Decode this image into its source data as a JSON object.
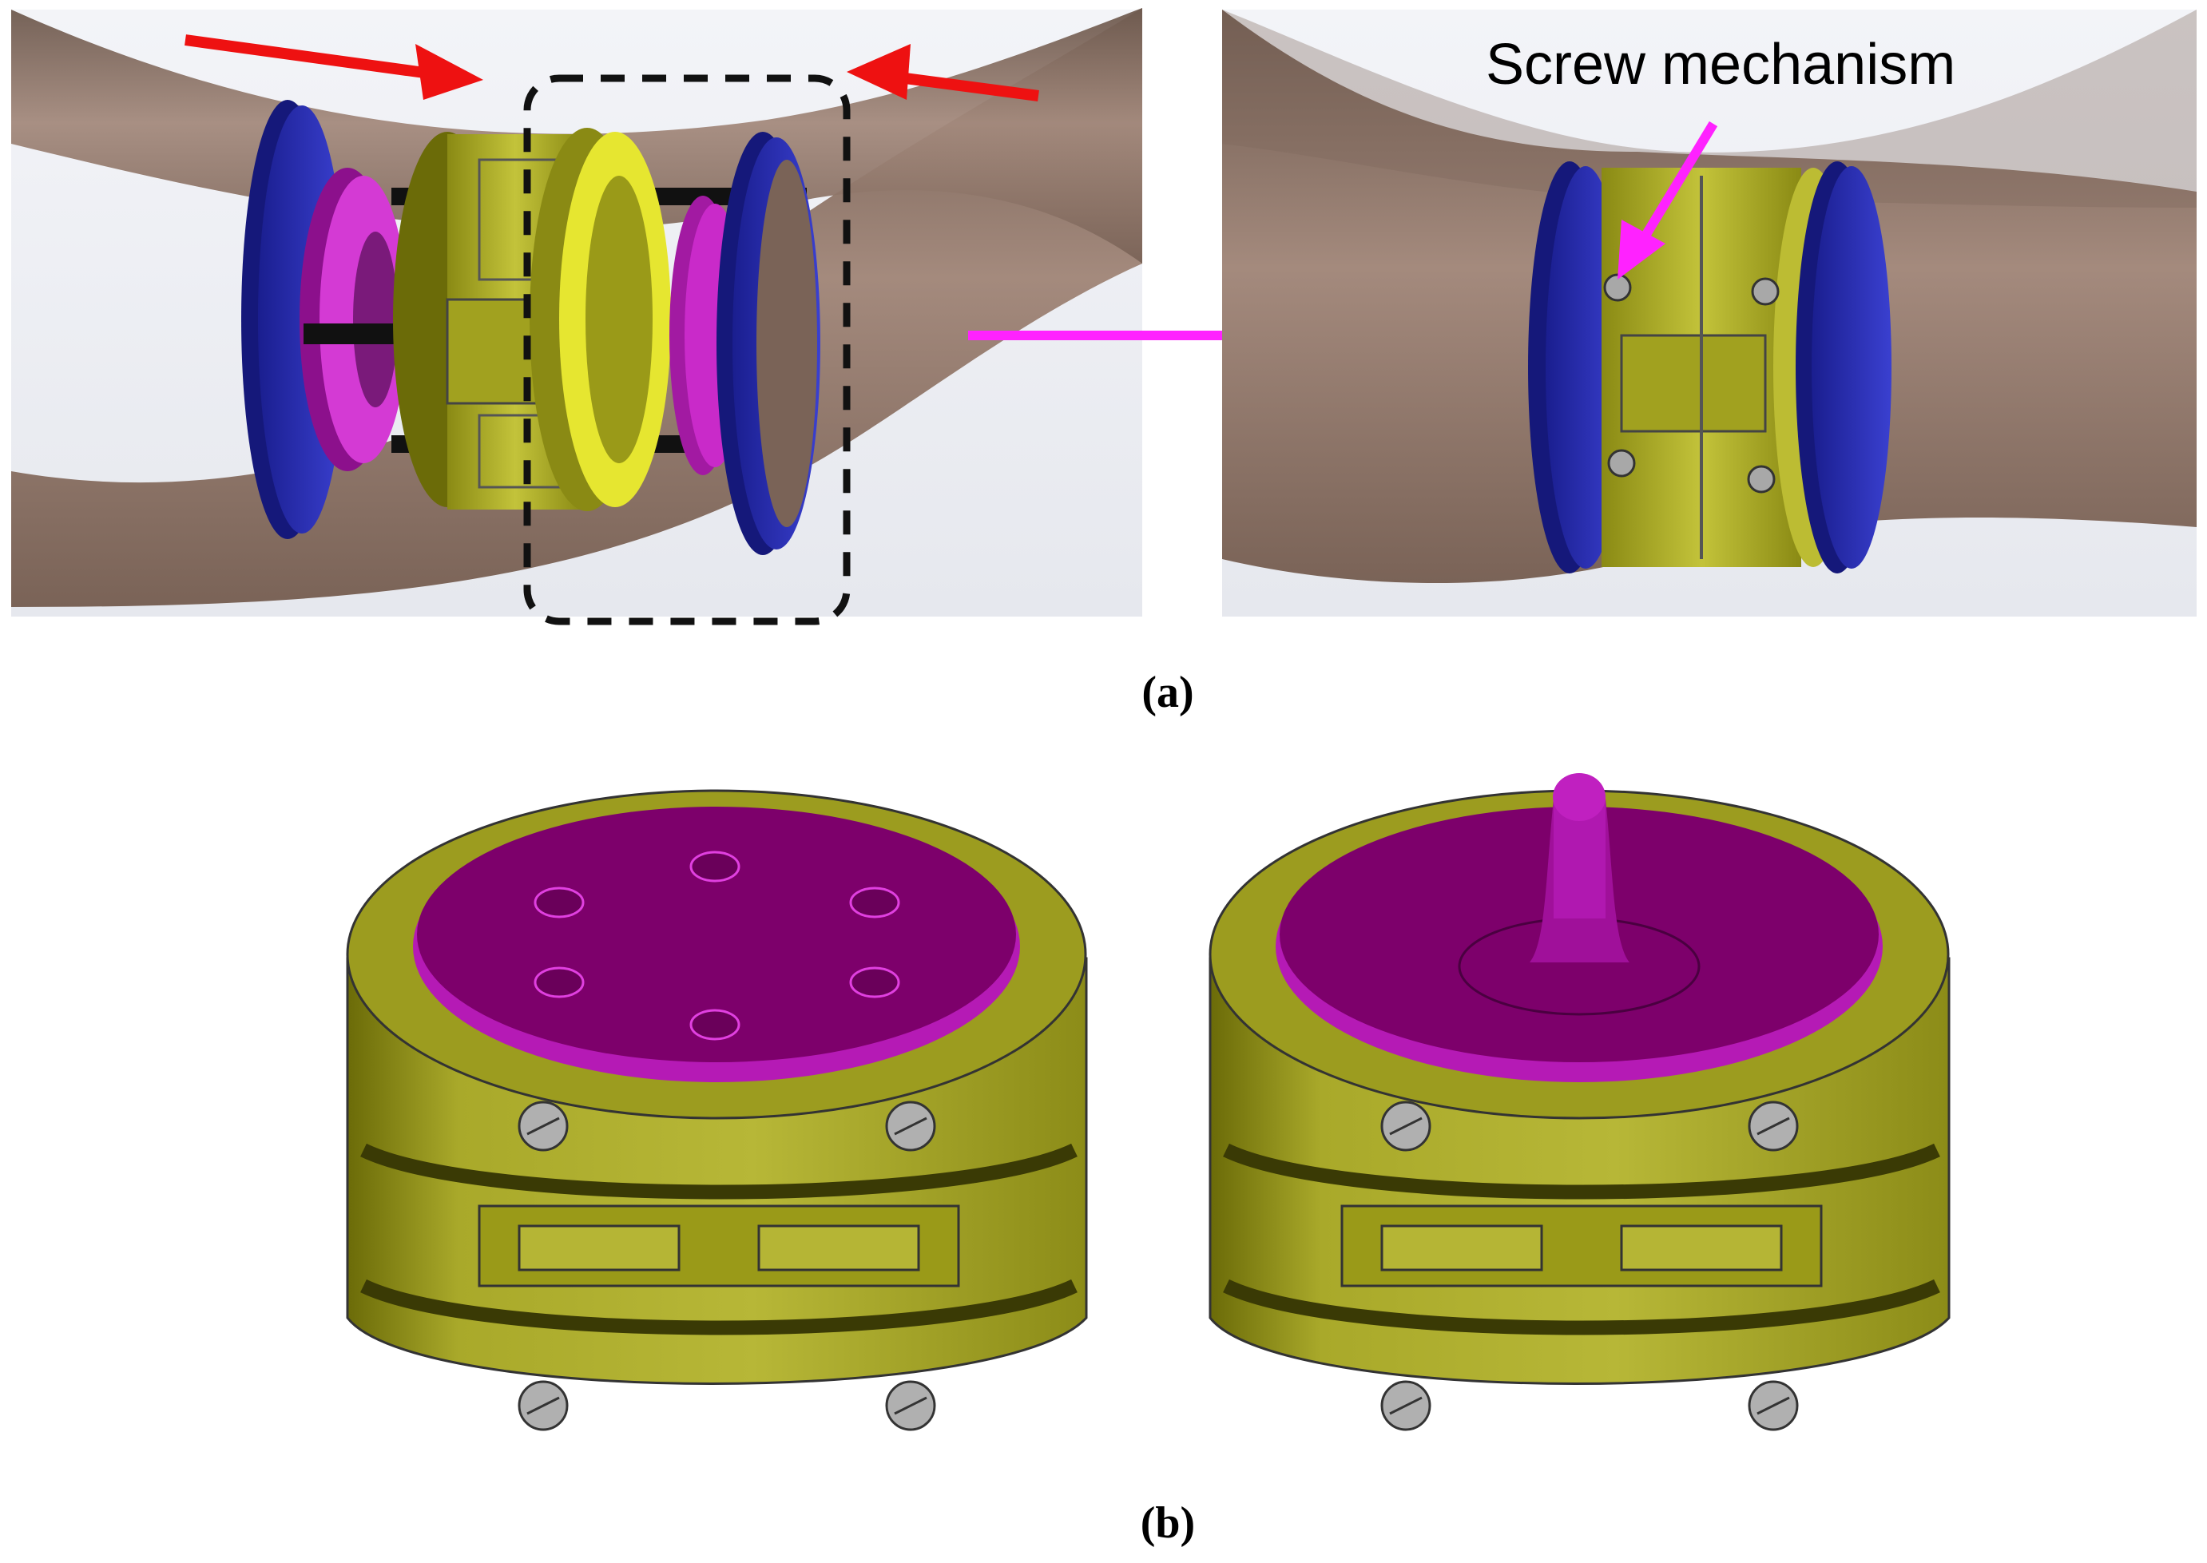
{
  "panels": [
    {
      "id": "a",
      "caption": "(a)"
    },
    {
      "id": "b",
      "caption": "(b)"
    }
  ],
  "annotations": {
    "screw_mechanism": "Screw mechanism"
  },
  "colors": {
    "pipe": "#8a7366",
    "pipe_light": "#b89f92",
    "flange_blue": "#2b2fb8",
    "magenta": "#c020c0",
    "purple_top": "#800070",
    "yellow_body": "#b3b32a",
    "yellow_dark": "#7a7a10",
    "screw": "#a8a8a8",
    "arrow_red": "#ee1111",
    "arrow_magenta": "#ff22ff"
  }
}
